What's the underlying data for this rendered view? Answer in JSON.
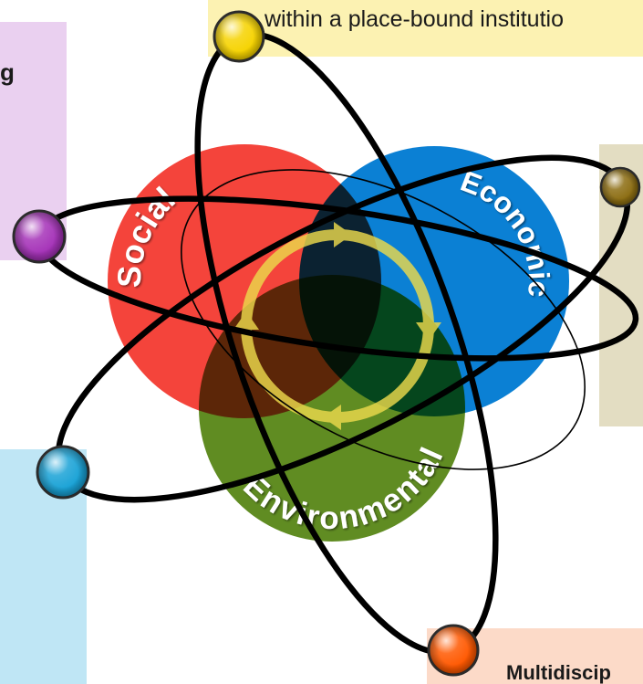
{
  "boxes": {
    "top": {
      "text": "within a place-bound institutio",
      "color": "#fcf2b2"
    },
    "left_top": {
      "text": "g",
      "color": "#ead0f0"
    },
    "right": {
      "color": "#e3ddc2"
    },
    "left_bottom": {
      "color": "#bfe6f5"
    },
    "bottom_right": {
      "text": "Multidiscip",
      "color": "#fcdac8"
    }
  },
  "circles": {
    "social": {
      "label": "Social",
      "color": "#f4443b"
    },
    "economic": {
      "label": "Economic",
      "color": "#0b80d4"
    },
    "environmental": {
      "label": "Environmental",
      "color": "#608c22"
    }
  },
  "cycle_color": "#ecd94c",
  "orbit_color": "#000000",
  "nodes": {
    "yellow": "#f6d300",
    "purple": "#a532b8",
    "olive": "#8c6d12",
    "cyan": "#19a2d6",
    "orange": "#ff5800"
  }
}
